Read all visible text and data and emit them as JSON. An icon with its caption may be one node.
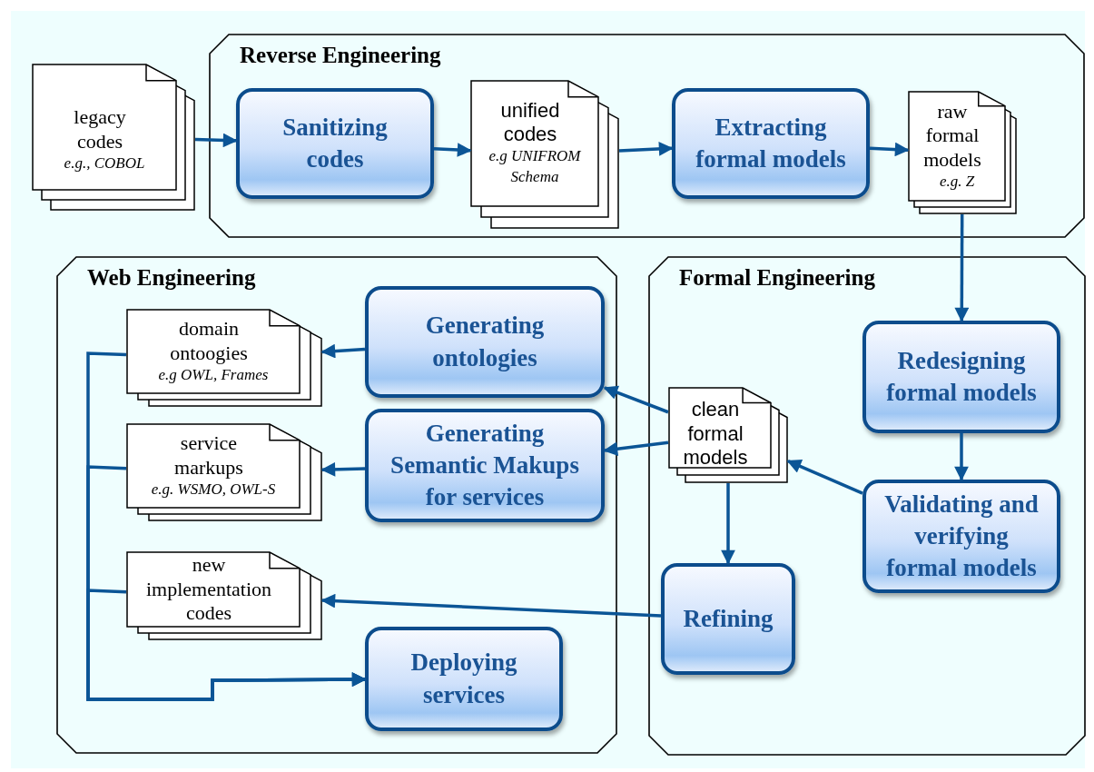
{
  "diagram": {
    "nodes": [
      {
        "text": [
          "Reverse Engineering"
        ]
      },
      {
        "text": [
          "legacy codes",
          "e.g., COBOL"
        ]
      },
      {
        "text": [
          "Sanitizing codes"
        ],
        "in": 0
      },
      {
        "text": [
          "unified codes",
          "e.g UNIFROM Schema"
        ],
        "in": 0
      },
      {
        "text": [
          "Extracting formal models"
        ],
        "in": 0
      },
      {
        "text": [
          "raw formal models",
          "e.g. Z"
        ],
        "in": 0
      },
      {
        "text": [
          "Web Engineering"
        ]
      },
      {
        "text": [
          "domain ontoogies",
          "e.g OWL, Frames"
        ],
        "in": 6
      },
      {
        "text": [
          "Generating ontologies"
        ],
        "in": 6
      },
      {
        "text": [
          "service markups",
          "e.g. WSMO, OWL-S"
        ],
        "in": 6
      },
      {
        "text": [
          "Generating Semantic Makups for services"
        ],
        "in": 6
      },
      {
        "text": [
          "new implementation codes"
        ],
        "in": 6
      },
      {
        "text": [
          "Deploying services"
        ],
        "in": 6
      },
      {
        "text": [
          "Formal Engineering"
        ]
      },
      {
        "text": [
          "Redesigning formal models"
        ],
        "in": 13
      },
      {
        "text": [
          "clean formal models"
        ],
        "in": 13
      },
      {
        "text": [
          "Validating and verifying formal models"
        ],
        "in": 13
      },
      {
        "text": [
          "Refining"
        ],
        "in": 13
      }
    ],
    "edges": [
      {
        "from": 1,
        "to": 2,
        "arrow": "to"
      },
      {
        "from": 2,
        "to": 3,
        "arrow": "to"
      },
      {
        "from": 3,
        "to": 4,
        "arrow": "to"
      },
      {
        "from": 4,
        "to": 5,
        "arrow": "to"
      },
      {
        "from": 5,
        "to": 14,
        "arrow": "to"
      },
      {
        "from": 14,
        "to": 16,
        "arrow": "to"
      },
      {
        "from": 16,
        "to": 15,
        "arrow": "to"
      },
      {
        "from": 15,
        "to": 8,
        "arrow": "to"
      },
      {
        "from": 15,
        "to": 10,
        "arrow": "to"
      },
      {
        "from": 15,
        "to": 17,
        "arrow": "to"
      },
      {
        "from": 8,
        "to": 7,
        "arrow": "to"
      },
      {
        "from": 10,
        "to": 9,
        "arrow": "to"
      },
      {
        "from": 17,
        "to": 11,
        "arrow": "to"
      },
      {
        "from": 7,
        "to": 12,
        "arrow": "to"
      },
      {
        "from": 9,
        "to": 12,
        "arrow": "to"
      },
      {
        "from": 11,
        "to": 12,
        "arrow": "to"
      }
    ]
  }
}
